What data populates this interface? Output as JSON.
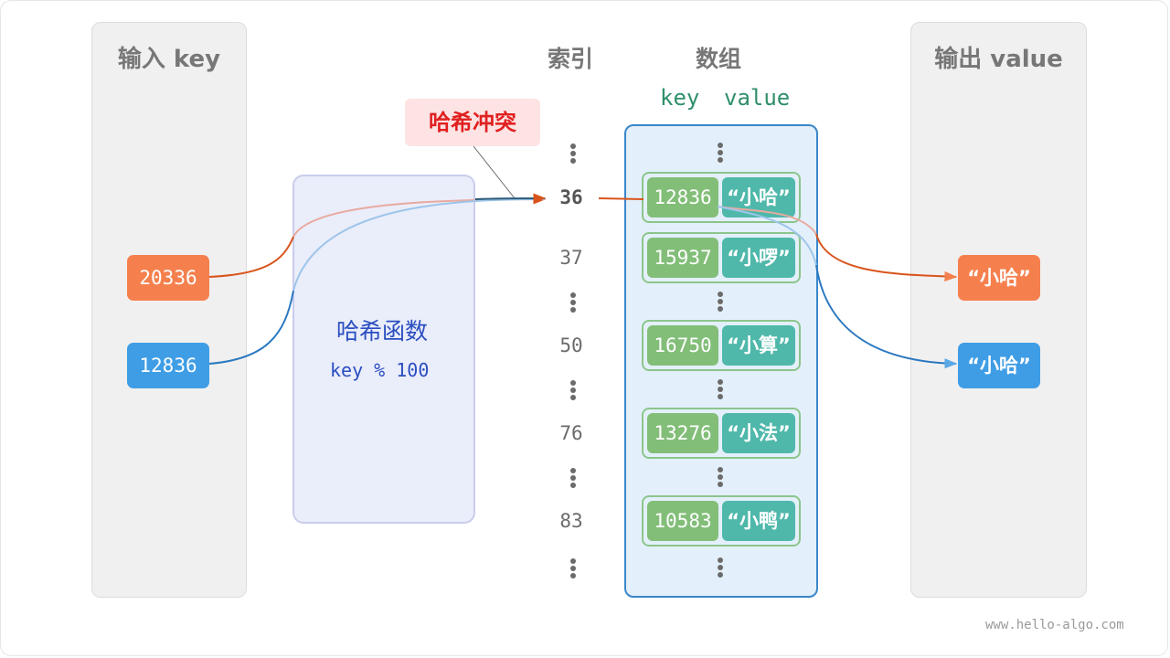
{
  "panels": {
    "input_title": "输入 key",
    "output_title": "输出 value"
  },
  "headers": {
    "index": "索引",
    "array": "数组",
    "key": "key",
    "value": "value"
  },
  "hash_function": {
    "title": "哈希函数",
    "expression": "key % 100"
  },
  "collision_label": "哈希冲突",
  "inputs": [
    {
      "key": "20336",
      "color": "#f5804e"
    },
    {
      "key": "12836",
      "color": "#3f9de5"
    }
  ],
  "outputs": [
    {
      "value": "“小哈”",
      "color": "#f5804e"
    },
    {
      "value": "“小哈”",
      "color": "#3f9de5"
    }
  ],
  "indices": [
    "36",
    "37",
    "50",
    "76",
    "83"
  ],
  "buckets": [
    {
      "index": "36",
      "key": "12836",
      "value": "“小哈”"
    },
    {
      "index": "37",
      "key": "15937",
      "value": "“小啰”"
    },
    {
      "index": "50",
      "key": "16750",
      "value": "“小算”"
    },
    {
      "index": "76",
      "key": "13276",
      "value": "“小法”"
    },
    {
      "index": "83",
      "key": "10583",
      "value": "“小鸭”"
    }
  ],
  "colors": {
    "orange": "#f5804e",
    "orange_line": "#d9541c",
    "blue": "#3f9de5",
    "blue_line": "#2a78c0",
    "green_cell": "#82be78",
    "teal_cell": "#4fb8aa",
    "collision_red": "#e02020"
  },
  "watermark": "www.hello-algo.com"
}
